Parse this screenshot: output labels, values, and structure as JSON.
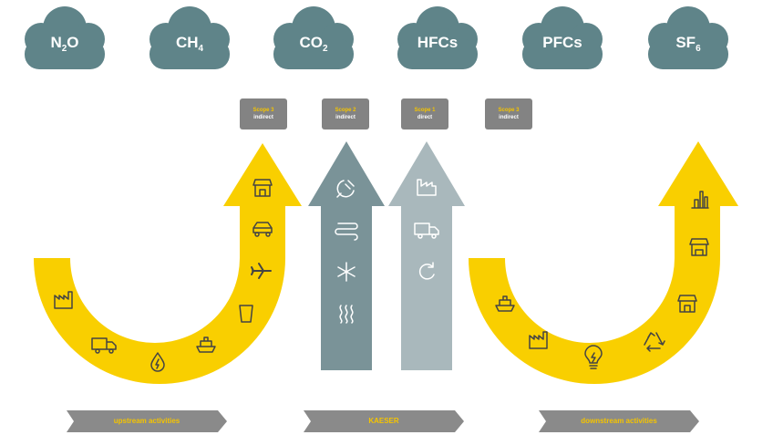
{
  "colors": {
    "cloud": "#5f8489",
    "scope_box": "#838383",
    "yellow": "#f9cf00",
    "blue_arrow": "#7a9398",
    "light_arrow": "#a9b8bc",
    "banner": "#8a8a8a",
    "icon_dark": "#444444",
    "icon_light": "#ffffff"
  },
  "gases": [
    {
      "base": "N",
      "sub": "2",
      "tail": "O"
    },
    {
      "base": "CH",
      "sub": "4",
      "tail": ""
    },
    {
      "base": "CO",
      "sub": "2",
      "tail": ""
    },
    {
      "base": "HFCs",
      "sub": "",
      "tail": ""
    },
    {
      "base": "PFCs",
      "sub": "",
      "tail": ""
    },
    {
      "base": "SF",
      "sub": "6",
      "tail": ""
    }
  ],
  "scopes": [
    {
      "title": "Scope 3",
      "sub": "indirect"
    },
    {
      "title": "Scope 2",
      "sub": "indirect"
    },
    {
      "title": "Scope 1",
      "sub": "direct"
    },
    {
      "title": "Scope 3",
      "sub": "indirect"
    }
  ],
  "banners": [
    {
      "label": "upstream activities"
    },
    {
      "label": "KAESER"
    },
    {
      "label": "downstream activities"
    }
  ],
  "icons": {
    "upstream": [
      "factory-icon",
      "truck-icon",
      "fuel-drop-icon",
      "ship-icon",
      "cup-icon",
      "airplane-icon",
      "car-icon",
      "store-icon"
    ],
    "scope2": [
      "plug-icon",
      "heating-icon",
      "cooling-icon",
      "steam-icon"
    ],
    "scope1": [
      "factory-icon",
      "truck-icon",
      "refresh-icon"
    ],
    "downstream": [
      "ship-icon",
      "factory-icon",
      "lightbulb-icon",
      "recycle-icon",
      "store-icon",
      "market-icon",
      "bar-chart-icon"
    ]
  }
}
